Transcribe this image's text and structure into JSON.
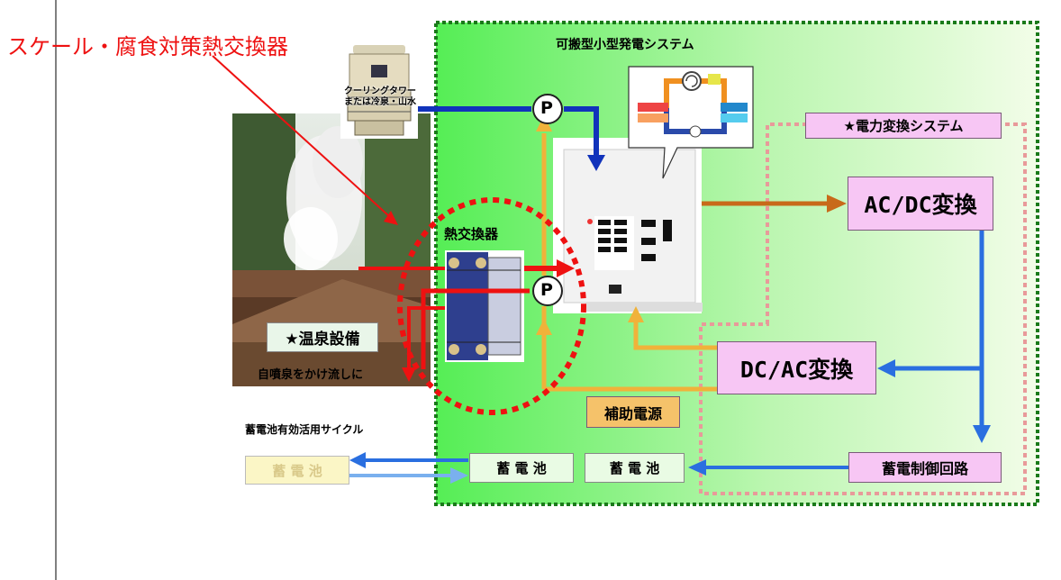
{
  "title_overlay": "スケール・腐食対策熱交換器",
  "cooling_tower": {
    "line1": "クーリングタワー",
    "line2": "または冷泉・山水"
  },
  "system_title": "可搬型小型発電システム",
  "pump_label": "P",
  "heat_exchanger_label": "熱交換器",
  "power_conversion_title": "★電力変換システム",
  "ac_dc": "AC/DC変換",
  "dc_ac": "DC/AC変換",
  "hot_spring_facility": "★温泉設備",
  "hot_spring_caption": "自噴泉をかけ流しに",
  "aux_power": "補助電源",
  "battery_cycle": "蓄電池有効活用サイクル",
  "battery": "蓄 電 池",
  "charge_control": "蓄電制御回路",
  "colors": {
    "red": "#ee1111",
    "blue_dark": "#1133bb",
    "blue": "#2a6fe0",
    "orange": "#f0b23a",
    "brown": "#c86a1a",
    "green_dots": "#1a7a1a",
    "pink_dots": "#e89a9a"
  },
  "icons": [
    "cooling-tower-image",
    "hot-spring-photo",
    "plate-heat-exchanger-image",
    "generator-unit-image",
    "rankine-cycle-icon"
  ]
}
